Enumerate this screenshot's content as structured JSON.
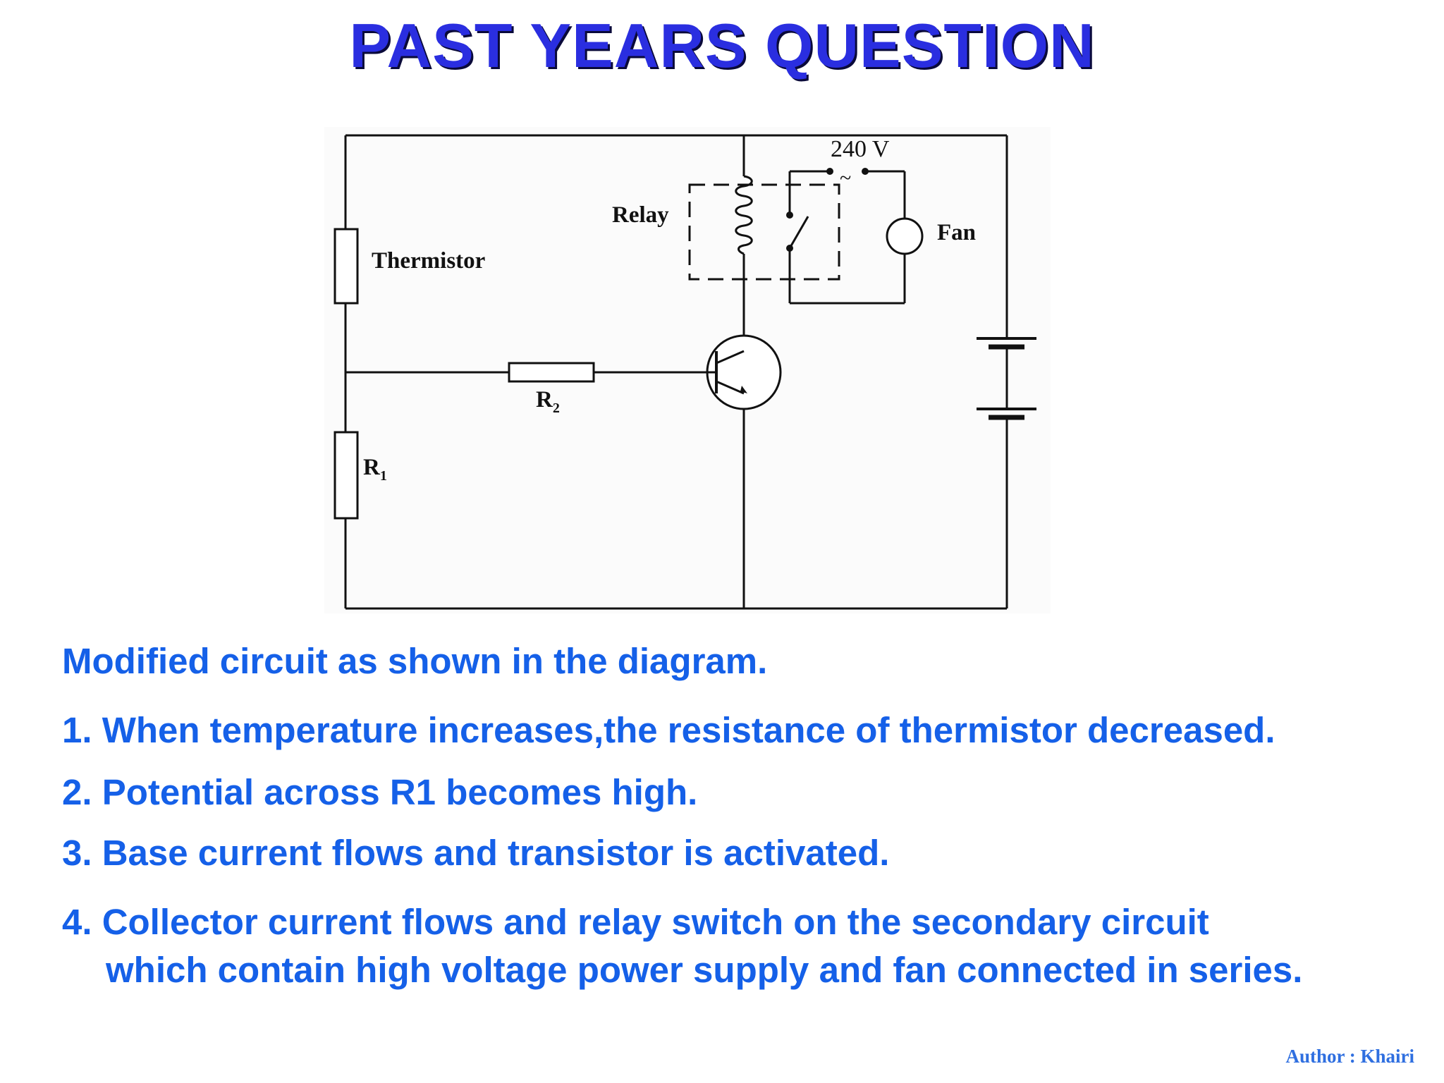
{
  "title": "PAST YEARS QUESTION",
  "diagram": {
    "labels": {
      "voltage": "240 V",
      "ac_symbol": "~",
      "relay": "Relay",
      "fan": "Fan",
      "thermistor": "Thermistor",
      "r2": "R",
      "r2_sub": "2",
      "r1": "R",
      "r1_sub": "1"
    }
  },
  "content": {
    "intro": "Modified circuit as shown in the diagram.",
    "point1": "1. When temperature increases,the resistance of thermistor decreased.",
    "point2": "2. Potential across R1 becomes high.",
    "point3": "3. Base current flows and transistor is activated.",
    "point4_line1": "4. Collector current flows and relay switch on the secondary circuit",
    "point4_line2": "which contain high voltage power supply and fan connected in series."
  },
  "footer": {
    "author": "Author : Khairi"
  },
  "colors": {
    "title": "#2a2ee0",
    "body_text": "#1560e8",
    "author": "#2f6fe0"
  }
}
